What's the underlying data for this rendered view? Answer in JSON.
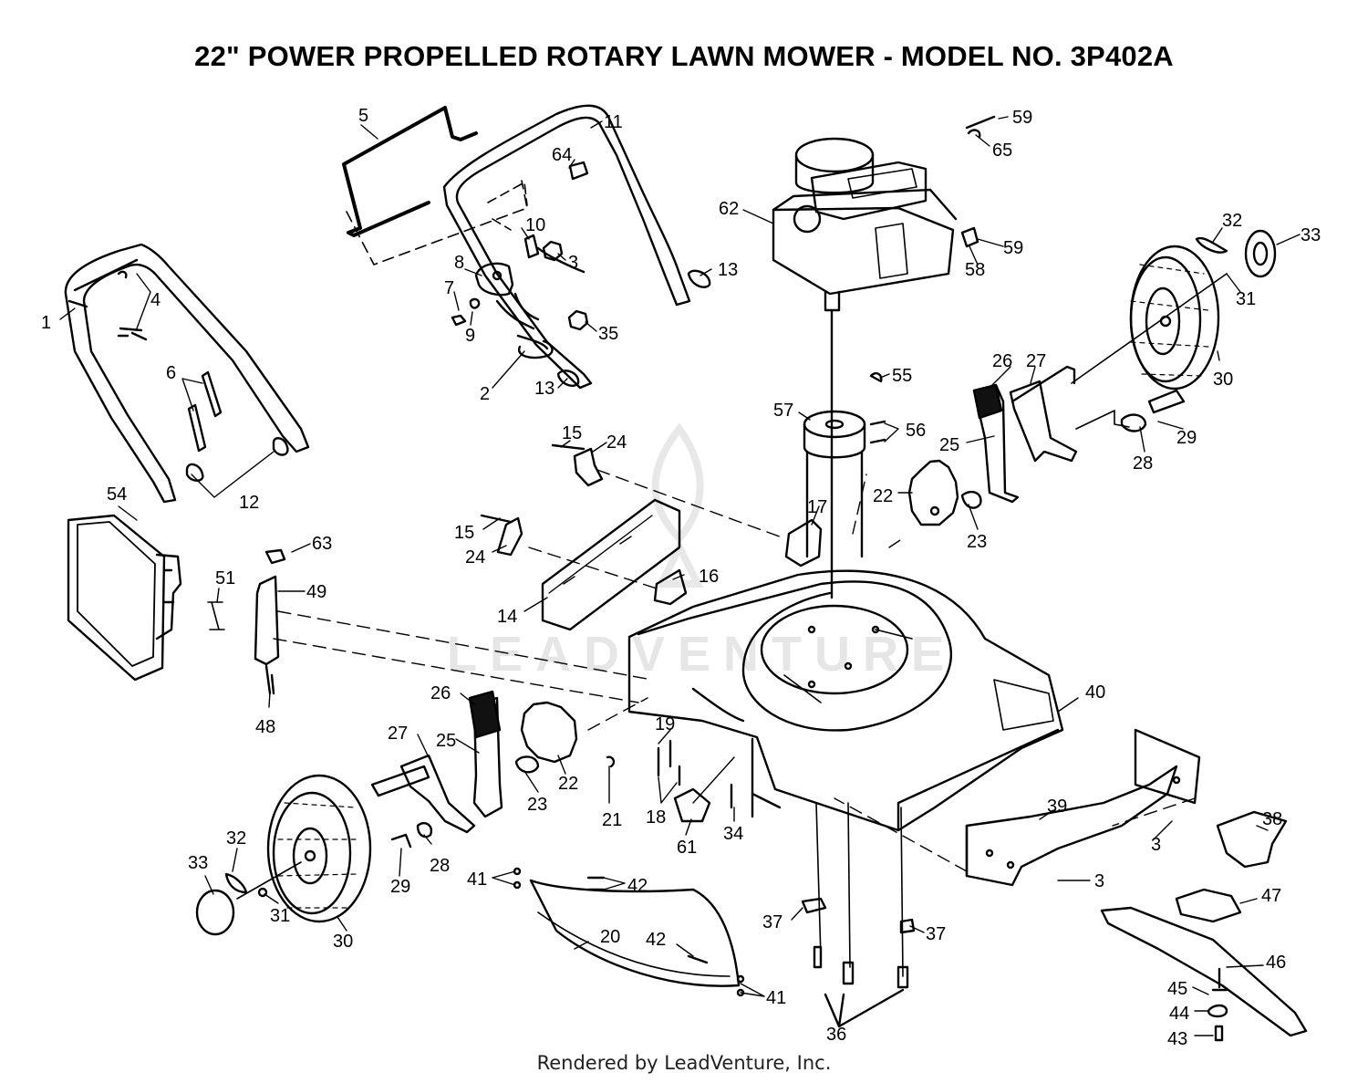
{
  "diagram": {
    "title": "22\" POWER PROPELLED ROTARY LAWN MOWER - MODEL NO. 3P402A",
    "footer": "Rendered by LeadVenture, Inc.",
    "watermark": "LEADVENTURE",
    "callouts": [
      {
        "id": "c1",
        "label": "1"
      },
      {
        "id": "c2",
        "label": "2"
      },
      {
        "id": "c3a",
        "label": "3"
      },
      {
        "id": "c3b",
        "label": "3"
      },
      {
        "id": "c3c",
        "label": "3"
      },
      {
        "id": "c4",
        "label": "4"
      },
      {
        "id": "c5",
        "label": "5"
      },
      {
        "id": "c6",
        "label": "6"
      },
      {
        "id": "c7",
        "label": "7"
      },
      {
        "id": "c8",
        "label": "8"
      },
      {
        "id": "c9",
        "label": "9"
      },
      {
        "id": "c10",
        "label": "10"
      },
      {
        "id": "c11",
        "label": "11"
      },
      {
        "id": "c12",
        "label": "12"
      },
      {
        "id": "c13a",
        "label": "13"
      },
      {
        "id": "c13b",
        "label": "13"
      },
      {
        "id": "c14",
        "label": "14"
      },
      {
        "id": "c15a",
        "label": "15"
      },
      {
        "id": "c15b",
        "label": "15"
      },
      {
        "id": "c16",
        "label": "16"
      },
      {
        "id": "c17",
        "label": "17"
      },
      {
        "id": "c18",
        "label": "18"
      },
      {
        "id": "c19",
        "label": "19"
      },
      {
        "id": "c20",
        "label": "20"
      },
      {
        "id": "c21",
        "label": "21"
      },
      {
        "id": "c22a",
        "label": "22"
      },
      {
        "id": "c22b",
        "label": "22"
      },
      {
        "id": "c23a",
        "label": "23"
      },
      {
        "id": "c23b",
        "label": "23"
      },
      {
        "id": "c24a",
        "label": "24"
      },
      {
        "id": "c24b",
        "label": "24"
      },
      {
        "id": "c25a",
        "label": "25"
      },
      {
        "id": "c25b",
        "label": "25"
      },
      {
        "id": "c26a",
        "label": "26"
      },
      {
        "id": "c26b",
        "label": "26"
      },
      {
        "id": "c27a",
        "label": "27"
      },
      {
        "id": "c27b",
        "label": "27"
      },
      {
        "id": "c28a",
        "label": "28"
      },
      {
        "id": "c28b",
        "label": "28"
      },
      {
        "id": "c29a",
        "label": "29"
      },
      {
        "id": "c29b",
        "label": "29"
      },
      {
        "id": "c30a",
        "label": "30"
      },
      {
        "id": "c30b",
        "label": "30"
      },
      {
        "id": "c31a",
        "label": "31"
      },
      {
        "id": "c31b",
        "label": "31"
      },
      {
        "id": "c32a",
        "label": "32"
      },
      {
        "id": "c32b",
        "label": "32"
      },
      {
        "id": "c33a",
        "label": "33"
      },
      {
        "id": "c33b",
        "label": "33"
      },
      {
        "id": "c34",
        "label": "34"
      },
      {
        "id": "c35",
        "label": "35"
      },
      {
        "id": "c36",
        "label": "36"
      },
      {
        "id": "c37a",
        "label": "37"
      },
      {
        "id": "c37b",
        "label": "37"
      },
      {
        "id": "c38",
        "label": "38"
      },
      {
        "id": "c39",
        "label": "39"
      },
      {
        "id": "c40",
        "label": "40"
      },
      {
        "id": "c41a",
        "label": "41"
      },
      {
        "id": "c41b",
        "label": "41"
      },
      {
        "id": "c42a",
        "label": "42"
      },
      {
        "id": "c42b",
        "label": "42"
      },
      {
        "id": "c43",
        "label": "43"
      },
      {
        "id": "c44",
        "label": "44"
      },
      {
        "id": "c45",
        "label": "45"
      },
      {
        "id": "c46",
        "label": "46"
      },
      {
        "id": "c47",
        "label": "47"
      },
      {
        "id": "c48",
        "label": "48"
      },
      {
        "id": "c49",
        "label": "49"
      },
      {
        "id": "c51",
        "label": "51"
      },
      {
        "id": "c54",
        "label": "54"
      },
      {
        "id": "c55",
        "label": "55"
      },
      {
        "id": "c56",
        "label": "56"
      },
      {
        "id": "c57",
        "label": "57"
      },
      {
        "id": "c58",
        "label": "58"
      },
      {
        "id": "c59a",
        "label": "59"
      },
      {
        "id": "c59b",
        "label": "59"
      },
      {
        "id": "c61",
        "label": "61"
      },
      {
        "id": "c62",
        "label": "62"
      },
      {
        "id": "c63",
        "label": "63"
      },
      {
        "id": "c64",
        "label": "64"
      },
      {
        "id": "c65",
        "label": "65"
      }
    ]
  }
}
